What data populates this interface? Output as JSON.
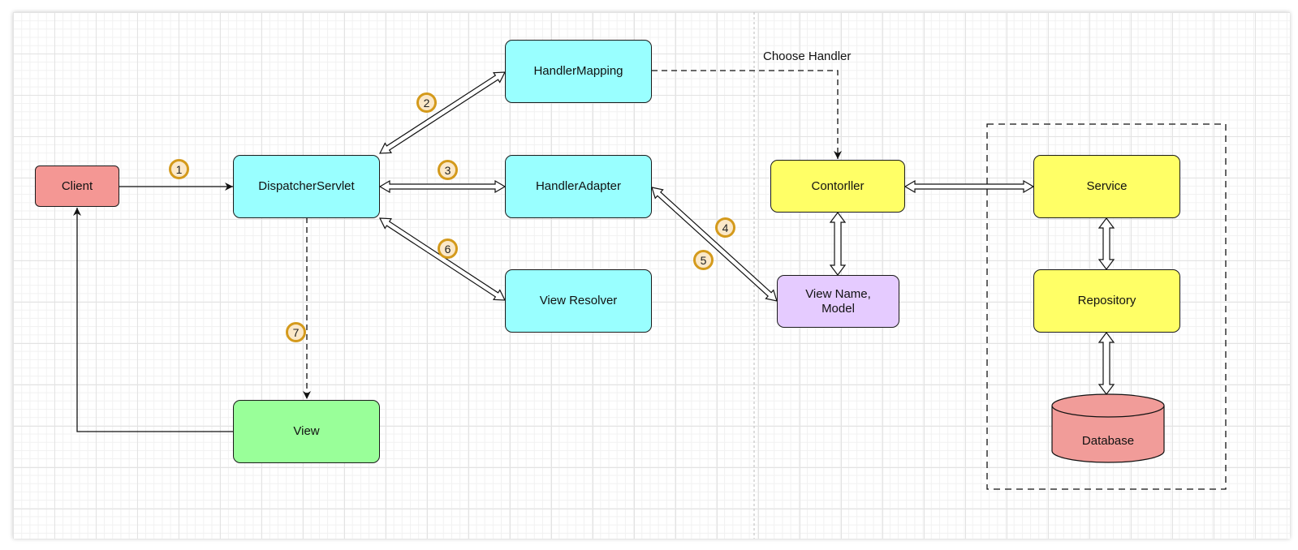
{
  "colors": {
    "client": "#f49794",
    "servlet_group": "#99ffff",
    "view": "#99ff99",
    "controller_group": "#ffff66",
    "model": "#e5cbff",
    "database": "#f19c99",
    "badge_border": "#d49a1c",
    "badge_fill": "#fbe8c9"
  },
  "nodes": {
    "client": "Client",
    "dispatcher_servlet": "DispatcherServlet",
    "handler_mapping": "HandlerMapping",
    "handler_adapter": "HandlerAdapter",
    "view_resolver": "View Resolver",
    "view": "View",
    "controller": "Contorller",
    "view_name_model": "View Name,\nModel",
    "service": "Service",
    "repository": "Repository",
    "database": "Database"
  },
  "labels": {
    "choose_handler": "Choose Handler"
  },
  "steps": [
    "1",
    "2",
    "3",
    "4",
    "5",
    "6",
    "7"
  ]
}
